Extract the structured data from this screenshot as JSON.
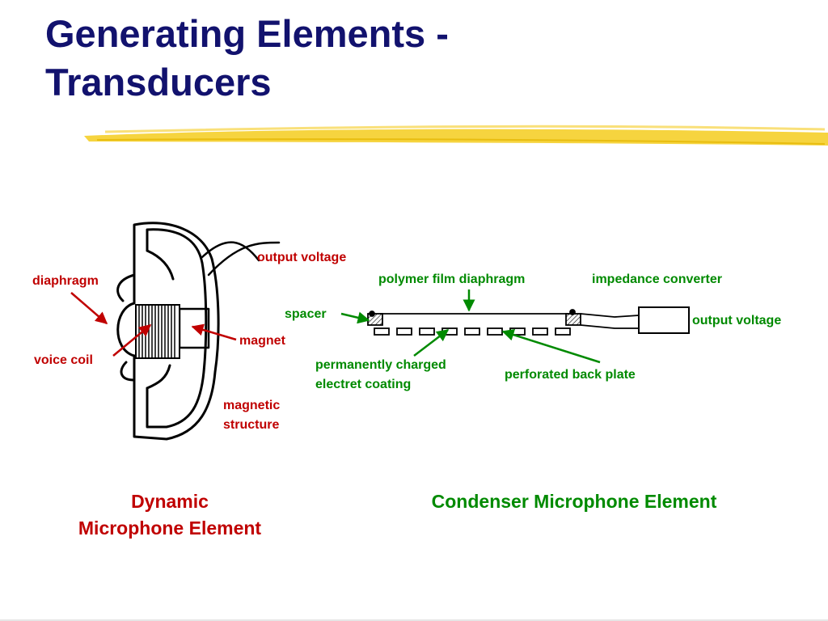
{
  "slide": {
    "title_line1": "Generating Elements -",
    "title_line2": "Transducers"
  },
  "dynamic": {
    "labels": {
      "output_voltage": "output voltage",
      "diaphragm": "diaphragm",
      "voice_coil": "voice coil",
      "magnet": "magnet",
      "magnetic_structure_l1": "magnetic",
      "magnetic_structure_l2": "structure"
    },
    "caption_l1": "Dynamic",
    "caption_l2": "Microphone Element"
  },
  "condenser": {
    "labels": {
      "polymer_film_diaphragm": "polymer film diaphragm",
      "impedance_converter": "impedance converter",
      "spacer": "spacer",
      "output_voltage": "output voltage",
      "electret_l1": "permanently charged",
      "electret_l2": "electret coating",
      "perforated_back_plate": "perforated back plate"
    },
    "caption": "Condenser Microphone Element"
  },
  "colors": {
    "title": "#12126e",
    "dynamic_labels": "#c00000",
    "condenser_labels": "#008a00",
    "highlighter": "#f5cf2a"
  }
}
